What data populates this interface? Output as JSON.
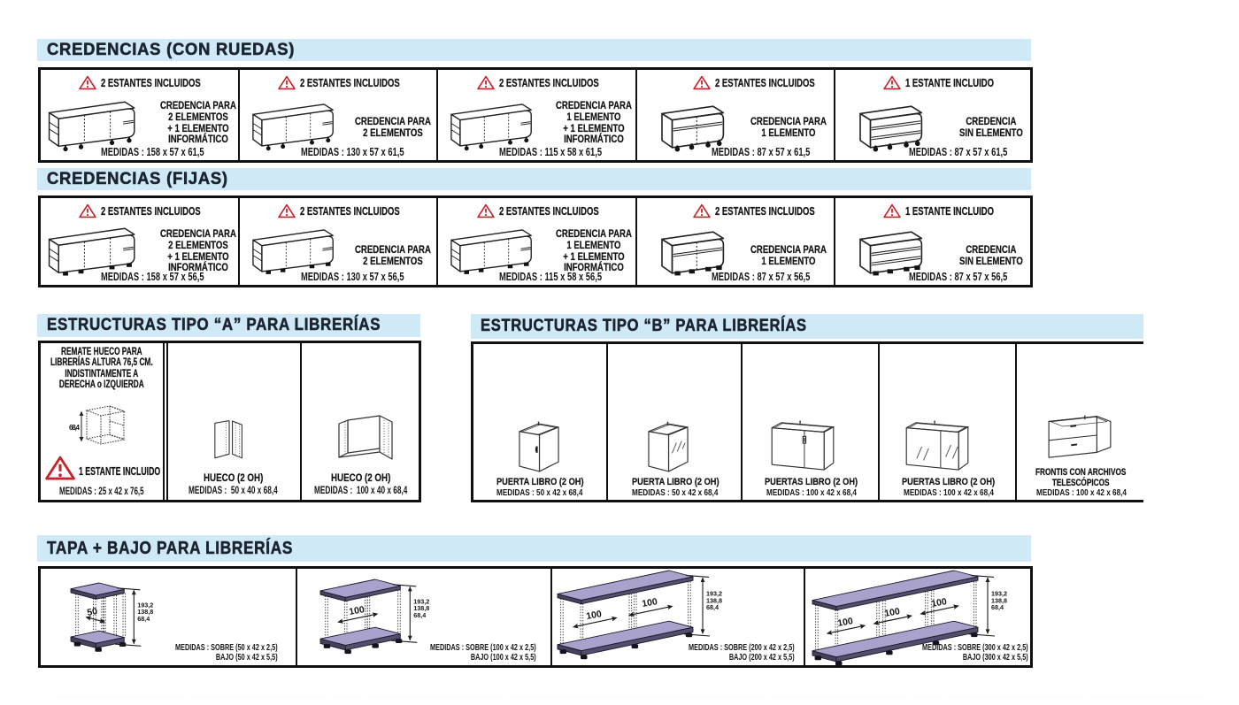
{
  "colors": {
    "band_bg": "#cfe9f6",
    "title": "#1c2430",
    "text": "#161616",
    "border": "#111111",
    "warning_red": "#c5232b",
    "slab_purple": "#a9a2cc",
    "slab_purple_dark": "#8b84b4"
  },
  "s1": {
    "title": "CREDENCIAS (CON RUEDAS)",
    "cells": [
      {
        "badge": "2 ESTANTES INCLUIDOS",
        "desc": "CREDENCIA PARA\n2 ELEMENTOS\n+ 1 ELEMENTO\nINFORMÁTICO",
        "medidas": "MEDIDAS : 158 x 57 x 61,5"
      },
      {
        "badge": "2 ESTANTES INCLUIDOS",
        "desc": "CREDENCIA PARA\n2 ELEMENTOS",
        "medidas": "MEDIDAS : 130 x 57 x 61,5"
      },
      {
        "badge": "2 ESTANTES INCLUIDOS",
        "desc": "CREDENCIA PARA\n1 ELEMENTO\n+ 1 ELEMENTO\nINFORMÁTICO",
        "medidas": "MEDIDAS : 115 x 58 x 61,5"
      },
      {
        "badge": "2 ESTANTES INCLUIDOS",
        "desc": "CREDENCIA PARA\n1 ELEMENTO",
        "medidas": "MEDIDAS : 87 x 57 x 61,5"
      },
      {
        "badge": "1 ESTANTE INCLUIDO",
        "desc": "CREDENCIA\nSIN ELEMENTO",
        "medidas": "MEDIDAS : 87 x 57 x 61,5"
      }
    ]
  },
  "s2": {
    "title": "CREDENCIAS (FIJAS)",
    "cells": [
      {
        "badge": "2 ESTANTES INCLUIDOS",
        "desc": "CREDENCIA PARA\n2 ELEMENTOS\n+ 1 ELEMENTO\nINFORMÁTICO",
        "medidas": "MEDIDAS : 158 x 57 x 56,5"
      },
      {
        "badge": "2 ESTANTES INCLUIDOS",
        "desc": "CREDENCIA PARA\n2 ELEMENTOS",
        "medidas": "MEDIDAS : 130 x 57 x 56,5"
      },
      {
        "badge": "2 ESTANTES INCLUIDOS",
        "desc": "CREDENCIA PARA\n1 ELEMENTO\n+ 1 ELEMENTO\nINFORMÁTICO",
        "medidas": "MEDIDAS : 115 x 58 x 56,5"
      },
      {
        "badge": "2 ESTANTES INCLUIDOS",
        "desc": "CREDENCIA PARA\n1 ELEMENTO",
        "medidas": "MEDIDAS : 87 x 57 x 56,5"
      },
      {
        "badge": "1 ESTANTE INCLUIDO",
        "desc": "CREDENCIA\nSIN ELEMENTO",
        "medidas": "MEDIDAS : 87 x 57 x 56,5"
      }
    ]
  },
  "sa": {
    "title": "ESTRUCTURAS TIPO “A” PARA LIBRERÍAS",
    "cells": [
      {
        "note": "REMATE HUECO PARA\nLIBRERÍAS ALTURA 76,5 CM.\nINDISTINTAMENTE A\nDERECHA o IZQUIERDA",
        "dim": "68,4",
        "badge": "1 ESTANTE INCLUIDO",
        "medidas": "MEDIDAS : 25 x 42 x 76,5"
      },
      {
        "label": "HUECO (2 OH)",
        "medidas": "MEDIDAS :  50 x 40 x 68,4"
      },
      {
        "label": "HUECO (2 OH)",
        "medidas": "MEDIDAS :  100 x 40 x 68,4"
      }
    ]
  },
  "sb": {
    "title": "ESTRUCTURAS TIPO “B” PARA LIBRERÍAS",
    "cells": [
      {
        "label": "PUERTA LIBRO (2 OH)",
        "medidas": "MEDIDAS : 50 x 42 x 68,4"
      },
      {
        "label": "PUERTA LIBRO (2 OH)",
        "medidas": "MEDIDAS : 50 x 42 x 68,4"
      },
      {
        "label": "PUERTAS LIBRO (2 OH)",
        "medidas": "MEDIDAS : 100 x 42 x 68,4"
      },
      {
        "label": "PUERTAS LIBRO (2 OH)",
        "medidas": "MEDIDAS : 100 x 42 x 68,4"
      },
      {
        "label": "FRONTIS CON ARCHIVOS\nTELESCÓPICOS",
        "medidas": "MEDIDAS : 100 x 42 x 68,4"
      }
    ]
  },
  "st": {
    "title": "TAPA + BAJO PARA LIBRERÍAS",
    "dims": [
      "193,2",
      "138,8",
      "68,4"
    ],
    "cells": [
      {
        "w1": "50",
        "medidas": "MEDIDAS : SOBRE (50 x 42 x 2,5)\nBAJO (50 x 42 x 5,5)"
      },
      {
        "w1": "100",
        "medidas": "MEDIDAS : SOBRE (100 x 42 x 2,5)\nBAJO (100 x 42 x 5,5)"
      },
      {
        "w1": "100",
        "w2": "100",
        "medidas": "MEDIDAS : SOBRE (200 x 42 x 2,5)\nBAJO (200 x 42 x 5,5)"
      },
      {
        "w1": "100",
        "w2": "100",
        "w3": "100",
        "medidas": "MEDIDAS : SOBRE (300 x 42 x 2,5)\nBAJO (300 x 42 x 5,5)"
      }
    ]
  }
}
